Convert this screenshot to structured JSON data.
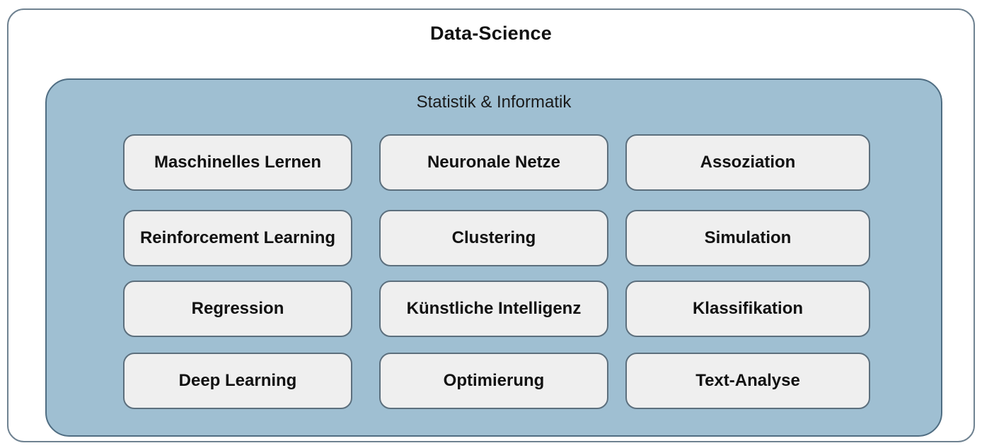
{
  "diagram": {
    "title": "Data-Science",
    "group_title": "Statistik & Informatik",
    "rows": [
      [
        "Maschinelles Lernen",
        "Neuronale Netze",
        "Assoziation"
      ],
      [
        "Reinforcement Learning",
        "Clustering",
        "Simulation"
      ],
      [
        "Regression",
        "Künstliche Intelligenz",
        "Klassifikation"
      ],
      [
        "Deep Learning",
        "Optimierung",
        "Text-Analyse"
      ]
    ]
  }
}
